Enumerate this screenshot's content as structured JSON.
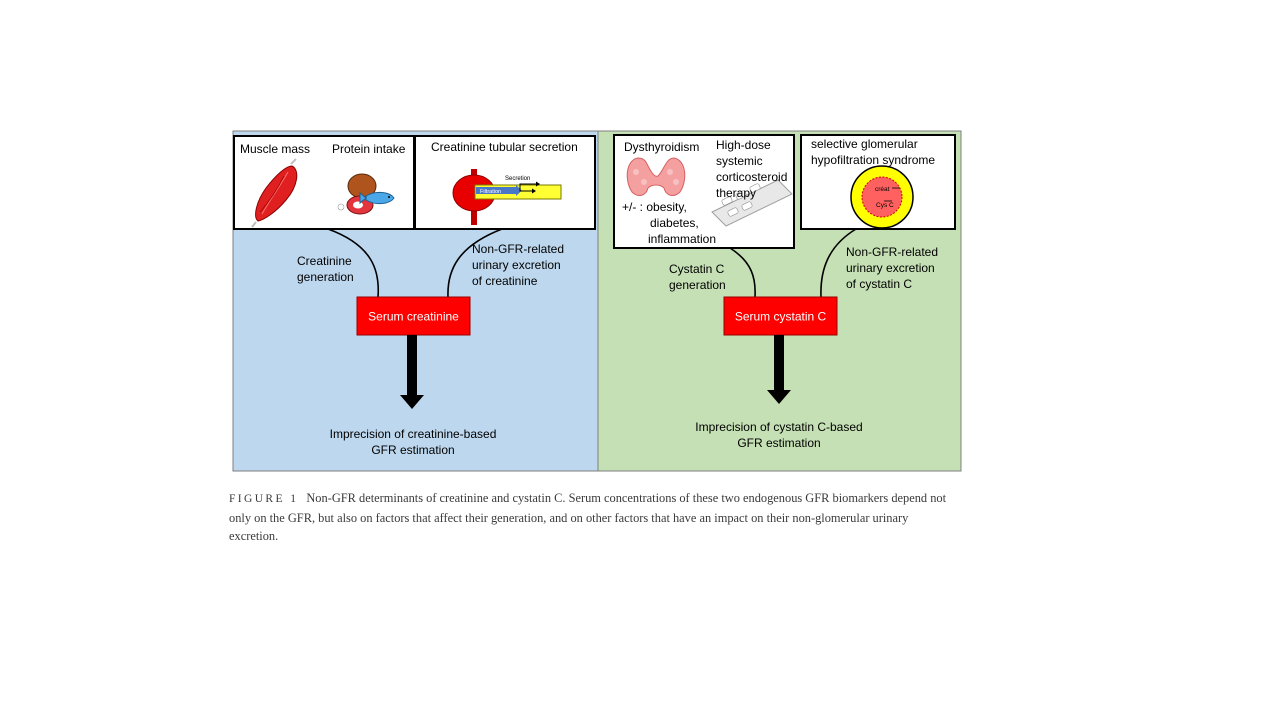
{
  "left_panel": {
    "muscle_label": "Muscle mass",
    "protein_label": "Protein intake",
    "secretion_title": "Creatinine tubular secretion",
    "secretion_small": "Secretion",
    "filtration_small": "Filtration",
    "generation_line1": "Creatinine",
    "generation_line2": "generation",
    "excretion_line1": "Non-GFR-related",
    "excretion_line2": "urinary excretion",
    "excretion_line3": "of creatinine",
    "serum_box": "Serum creatinine",
    "outcome_line1": "Imprecision of creatinine-based",
    "outcome_line2": "GFR estimation"
  },
  "right_panel": {
    "thyroid_label": "Dysthyroidism",
    "modifier_line1": "+/- : obesity,",
    "modifier_line2": "diabetes,",
    "modifier_line3": "inflammation",
    "steroid_line1": "High-dose",
    "steroid_line2": "systemic",
    "steroid_line3": "corticosteroid",
    "steroid_line4": "therapy",
    "syndrome_line1": "selective glomerular",
    "syndrome_line2": "hypofiltration syndrome",
    "pore_crea": "créat",
    "pore_cys": "Cys C",
    "generation_line1": "Cystatin C",
    "generation_line2": "generation",
    "excretion_line1": "Non-GFR-related",
    "excretion_line2": "urinary excretion",
    "excretion_line3": "of cystatin C",
    "serum_box": "Serum cystatin C",
    "outcome_line1": "Imprecision of cystatin C-based",
    "outcome_line2": "GFR estimation"
  },
  "caption": {
    "label": "FIGURE 1",
    "text": "Non-GFR determinants of creatinine and cystatin C. Serum concentrations of these two endogenous GFR biomarkers depend not only on the GFR, but also on factors that affect their generation, and on other factors that have an impact on their non-glomerular urinary excretion."
  },
  "colors": {
    "left_bg": "#bdd7ee",
    "right_bg": "#c5e0b4",
    "serum_box": "#ff0000",
    "muscle": "#e02020",
    "syndrome_outer": "#ffff00",
    "thyroid": "#f4a0a0"
  }
}
